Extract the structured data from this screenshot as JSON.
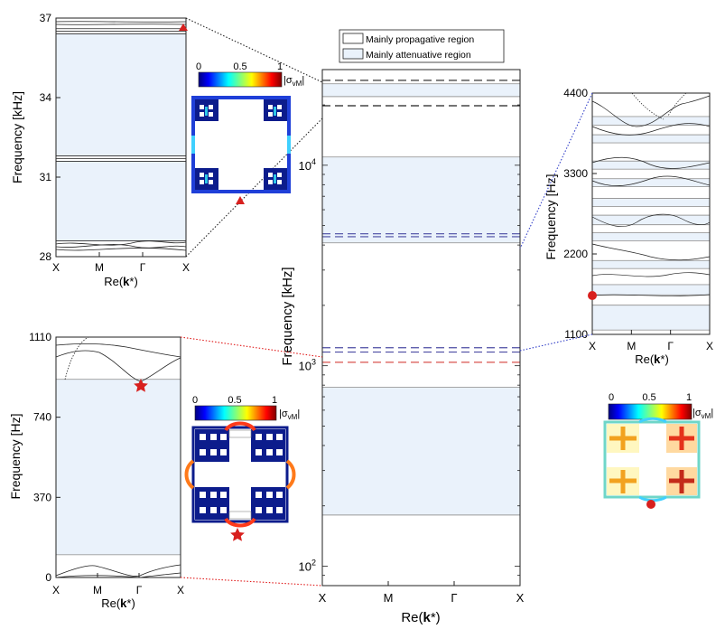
{
  "colors": {
    "attenuative_fill": "#eaf2fb",
    "band_line": "#222222",
    "gap_edge": "#9a9a9a",
    "dash_black": "#222222",
    "dash_blue": "#4b4ba3",
    "dash_red": "#d9534f",
    "connector_black": "#222222",
    "connector_blue": "#3340c8",
    "connector_red": "#e01818",
    "marker": "#d8201e"
  },
  "legend": {
    "propagative": "Mainly propagative region",
    "attenuative": "Mainly attenuative region"
  },
  "colorbar": {
    "tick_min": "0",
    "tick_mid": "0.5",
    "tick_max": "1",
    "label_sigma": "|σ",
    "label_sub": "vM",
    "label_end": "|"
  },
  "xlabel": {
    "prefix": "Re(",
    "bold": "k",
    "suffix": "*)"
  },
  "xticks": [
    "X",
    "M",
    "Γ",
    "X"
  ],
  "chart_data": [
    {
      "id": "main",
      "type": "band-structure",
      "ylabel": "Frequency [kHz]",
      "yscale": "log",
      "ylim": [
        80,
        30000
      ],
      "yticks": [
        {
          "value": 100,
          "base": "10",
          "exp": "2"
        },
        {
          "value": 1000,
          "base": "10",
          "exp": "3"
        },
        {
          "value": 10000,
          "base": "10",
          "exp": "4"
        }
      ],
      "attenuative_bands": [
        [
          180,
          780
        ],
        [
          4100,
          11000
        ],
        [
          22000,
          25500
        ]
      ],
      "dashed_lines": [
        {
          "value": 1040,
          "color": "red"
        },
        {
          "value": 1170,
          "color": "blue"
        },
        {
          "value": 1230,
          "color": "blue"
        },
        {
          "value": 4400,
          "color": "blue"
        },
        {
          "value": 4550,
          "color": "blue"
        },
        {
          "value": 19800,
          "color": "black"
        },
        {
          "value": 26500,
          "color": "black"
        }
      ]
    },
    {
      "id": "inset_kHz",
      "type": "band-structure",
      "ylabel": "Frequency [kHz]",
      "ylim": [
        28,
        37
      ],
      "yticks": [
        28,
        31,
        34,
        37
      ],
      "attenuative_bands": [
        [
          28.6,
          31.6
        ],
        [
          31.8,
          36.4
        ]
      ],
      "flat_bands": [
        28.6,
        31.6,
        31.7,
        31.8,
        36.4,
        36.5,
        36.6
      ],
      "marker": {
        "shape": "triangle",
        "position": "X",
        "value": 36.6
      }
    },
    {
      "id": "inset_Hz_low",
      "type": "band-structure",
      "ylabel": "Frequency [Hz]",
      "ylim": [
        0,
        1110
      ],
      "yticks": [
        0,
        370,
        740,
        1110
      ],
      "attenuative_bands": [
        [
          105,
          915
        ]
      ],
      "marker": {
        "shape": "star",
        "position": "Γ",
        "value": 900
      }
    },
    {
      "id": "inset_Hz_high",
      "type": "band-structure",
      "ylabel": "Frequency [Hz]",
      "ylim": [
        1100,
        4400
      ],
      "yticks": [
        1100,
        2200,
        3300,
        4400
      ],
      "attenuative_bands": [
        [
          1160,
          1500
        ],
        [
          1640,
          1780
        ],
        [
          2000,
          2110
        ],
        [
          2380,
          2490
        ],
        [
          2600,
          2730
        ],
        [
          2850,
          2960
        ],
        [
          3120,
          3230
        ],
        [
          3360,
          3470
        ],
        [
          3720,
          3830
        ],
        [
          3960,
          4080
        ]
      ],
      "marker": {
        "shape": "circle",
        "position": "X",
        "value": 1700
      }
    }
  ]
}
